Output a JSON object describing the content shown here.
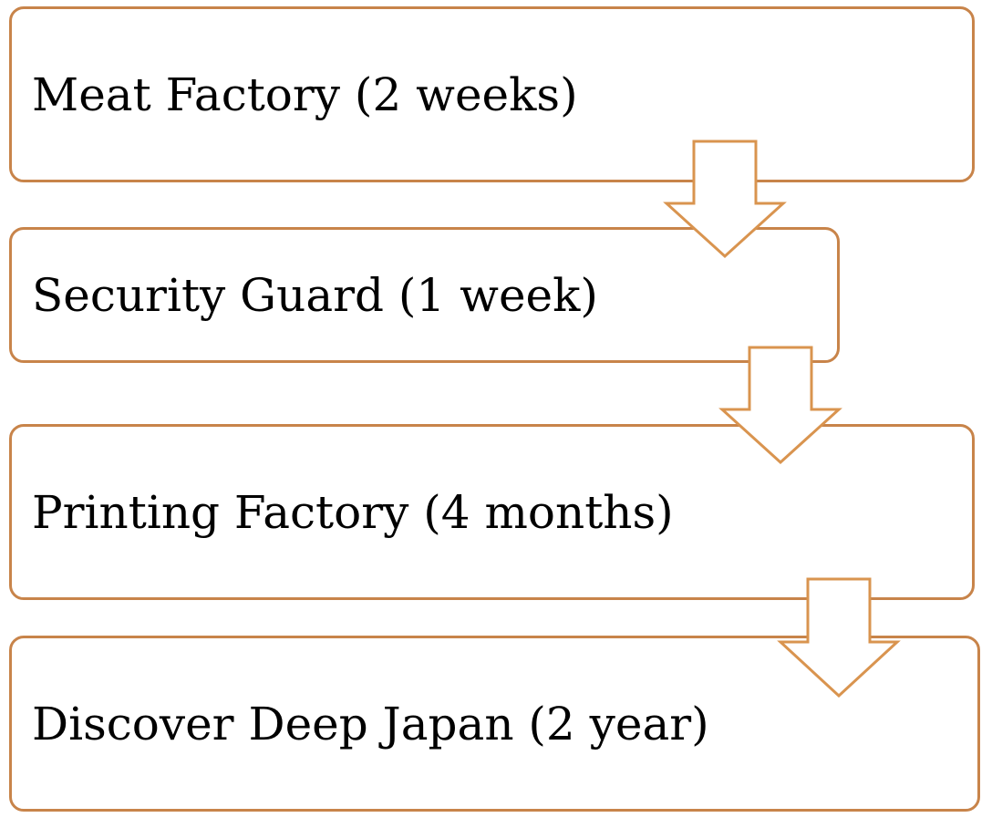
{
  "diagram": {
    "steps": [
      {
        "label": "Meat Factory (2 weeks)"
      },
      {
        "label": "Security Guard (1 week)"
      },
      {
        "label": "Printing Factory (4 months)"
      },
      {
        "label": "Discover Deep Japan (2 year)"
      }
    ],
    "colors": {
      "border": "#c8844a",
      "arrow_stroke": "#d9944f",
      "arrow_fill": "#ffffff",
      "text": "#000000"
    }
  }
}
